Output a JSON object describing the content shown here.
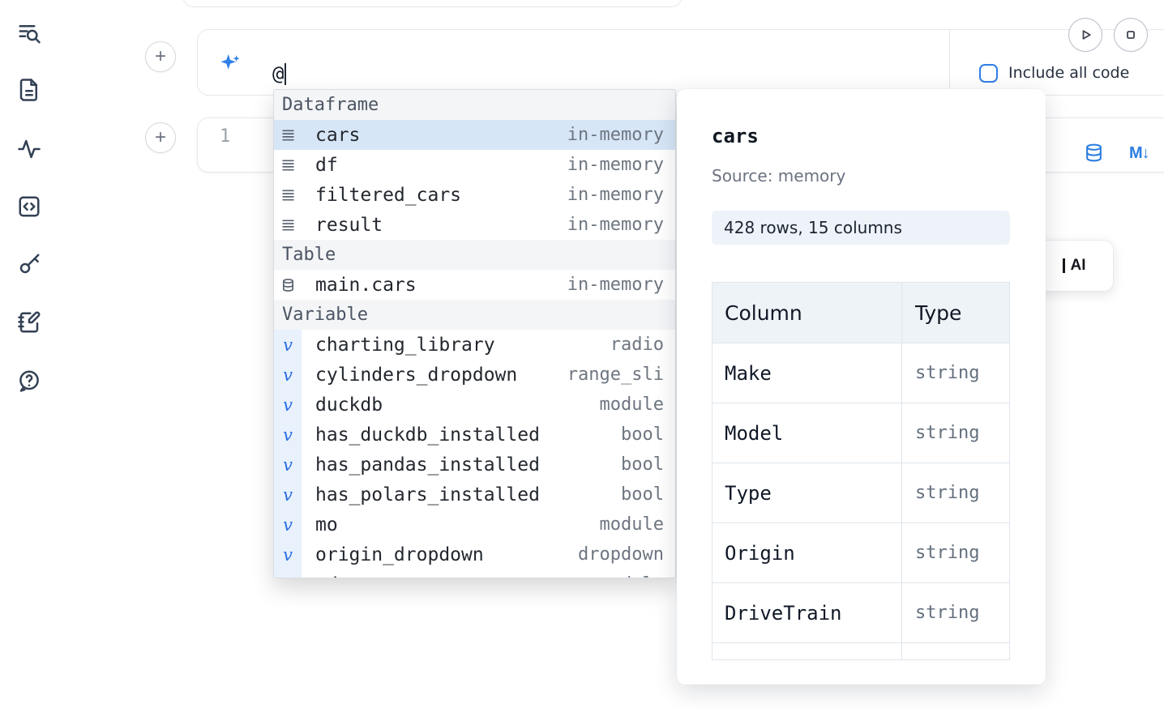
{
  "colors": {
    "accent_blue": "#2b7de0",
    "selected_row": "#d6e6f7",
    "variable_icon_blue": "#2b6fe3",
    "muted_text": "#6e7681",
    "panel_badge_bg": "#edf3f9"
  },
  "sidebar": {
    "icons": [
      "toc-search-icon",
      "file-icon",
      "activity-icon",
      "code-icon",
      "key-icon",
      "scratchpad-icon",
      "help-icon"
    ]
  },
  "cell_controls": {
    "add_button_label": "+",
    "run_icon": "play",
    "interrupt_icon": "stop"
  },
  "ai_prompt": {
    "value": "@",
    "include_all_code_label": "Include all code"
  },
  "code_cell": {
    "line_number": "1",
    "markdown_icon_glyph": "M↓",
    "datasource_icon": "database-icon"
  },
  "completion": {
    "sections": [
      {
        "label": "Dataframe",
        "items": [
          {
            "icon": "dataframe-icon",
            "name": "cars",
            "type": "in-memory",
            "selected": true
          },
          {
            "icon": "dataframe-icon",
            "name": "df",
            "type": "in-memory",
            "selected": false
          },
          {
            "icon": "dataframe-icon",
            "name": "filtered_cars",
            "type": "in-memory",
            "selected": false
          },
          {
            "icon": "dataframe-icon",
            "name": "result",
            "type": "in-memory",
            "selected": false
          }
        ]
      },
      {
        "label": "Table",
        "items": [
          {
            "icon": "database-icon",
            "name": "main.cars",
            "type": "in-memory",
            "selected": false
          }
        ]
      },
      {
        "label": "Variable",
        "items": [
          {
            "icon": "variable-icon",
            "name": "charting_library",
            "type": "radio",
            "selected": false
          },
          {
            "icon": "variable-icon",
            "name": "cylinders_dropdown",
            "type": "range_sli",
            "selected": false
          },
          {
            "icon": "variable-icon",
            "name": "duckdb",
            "type": "module",
            "selected": false
          },
          {
            "icon": "variable-icon",
            "name": "has_duckdb_installed",
            "type": "bool",
            "selected": false
          },
          {
            "icon": "variable-icon",
            "name": "has_pandas_installed",
            "type": "bool",
            "selected": false
          },
          {
            "icon": "variable-icon",
            "name": "has_polars_installed",
            "type": "bool",
            "selected": false
          },
          {
            "icon": "variable-icon",
            "name": "mo",
            "type": "module",
            "selected": false
          },
          {
            "icon": "variable-icon",
            "name": "origin_dropdown",
            "type": "dropdown",
            "selected": false
          },
          {
            "icon": "variable-icon",
            "name": "pd",
            "type": "module",
            "selected": false,
            "clipped": true
          }
        ]
      }
    ]
  },
  "datasource_panel": {
    "title": "cars",
    "source": "Source: memory",
    "shape_badge": "428 rows, 15 columns",
    "table": {
      "headers": [
        "Column",
        "Type"
      ],
      "rows": [
        [
          "Make",
          "string"
        ],
        [
          "Model",
          "string"
        ],
        [
          "Type",
          "string"
        ],
        [
          "Origin",
          "string"
        ],
        [
          "DriveTrain",
          "string"
        ]
      ]
    }
  },
  "ai_overlay_button": {
    "label": "AI"
  }
}
